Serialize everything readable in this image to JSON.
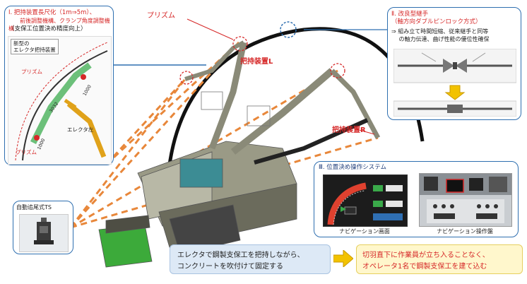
{
  "panel1": {
    "title": "Ⅰ. 把持装置長尺化（1m⇒5m）、",
    "line2": "　　前後調整機構、クランプ角度調整機構",
    "line3": "（支保工位置決め精度向上）",
    "inset_line1": "新型の",
    "inset_line2": "エレクタ把持装置",
    "prism": "プリズム",
    "erector": "エレクタ左",
    "dim_top": "1000",
    "dim_mid": "3032",
    "dim_bottom": "1000"
  },
  "panel2": {
    "title": "Ⅱ. 改良型継手",
    "subtitle": "（軸方向ダブルピンロック方式）",
    "line1": "⇒ 組み立て時間短縮、従来継手と同等",
    "line2": "　 の軸力伝達、曲げ性能の優位性確保"
  },
  "panel3": {
    "title": "Ⅲ. 位置決め操作システム",
    "caption_screen": "ナビゲーション画面",
    "caption_panel": "ナビゲーション操作盤"
  },
  "ts": {
    "title": "自動追尾式TS"
  },
  "labels": {
    "prism": "プリズム",
    "gripper_l": "把持装置L",
    "gripper_r": "把持装置R"
  },
  "bottom": {
    "left_line1": "エレクタで鋼製支保工を把持しながら、",
    "left_line2": "コンクリートを吹付けて固定する",
    "right_line1": "切羽直下に作業員が立ち入ることなく、",
    "right_line2": "オペレータ1名で鋼製支保工を建て込む"
  },
  "colors": {
    "panel_border": "#2e6fb0",
    "accent_red": "#d62828",
    "bottom_left_bg": "#dde9f6",
    "bottom_right_bg": "#fff7cc",
    "arrow_yellow": "#f2c200",
    "dashed_orange": "#e8873a"
  }
}
